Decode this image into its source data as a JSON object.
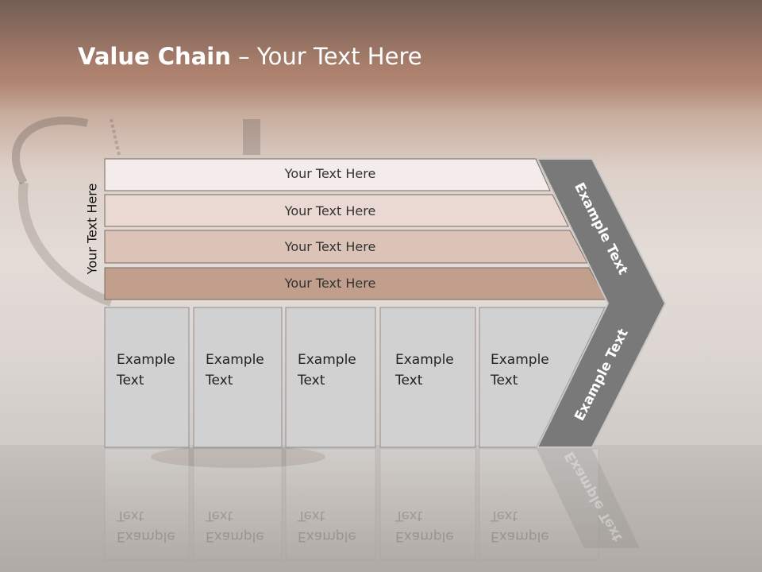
{
  "title": {
    "bold": "Value Chain",
    "rest": " – Your Text Here"
  },
  "side_label": "Your Text Here",
  "bands": [
    "Your Text Here",
    "Your Text Here",
    "Your Text Here",
    "Your Text Here"
  ],
  "boxes": [
    [
      "Example",
      "Text"
    ],
    [
      "Example",
      "Text"
    ],
    [
      "Example",
      "Text"
    ],
    [
      "Example",
      "Text"
    ],
    [
      "Example",
      "Text"
    ]
  ],
  "chevron": {
    "upper": "Example Text",
    "lower": "Example Text"
  },
  "colors": {
    "band1": "#f4ecea",
    "band2": "#ead9d2",
    "band3": "#dcc3b8",
    "band4": "#c29e8d",
    "box": "#d1d1d1",
    "chevron": "#797979"
  }
}
